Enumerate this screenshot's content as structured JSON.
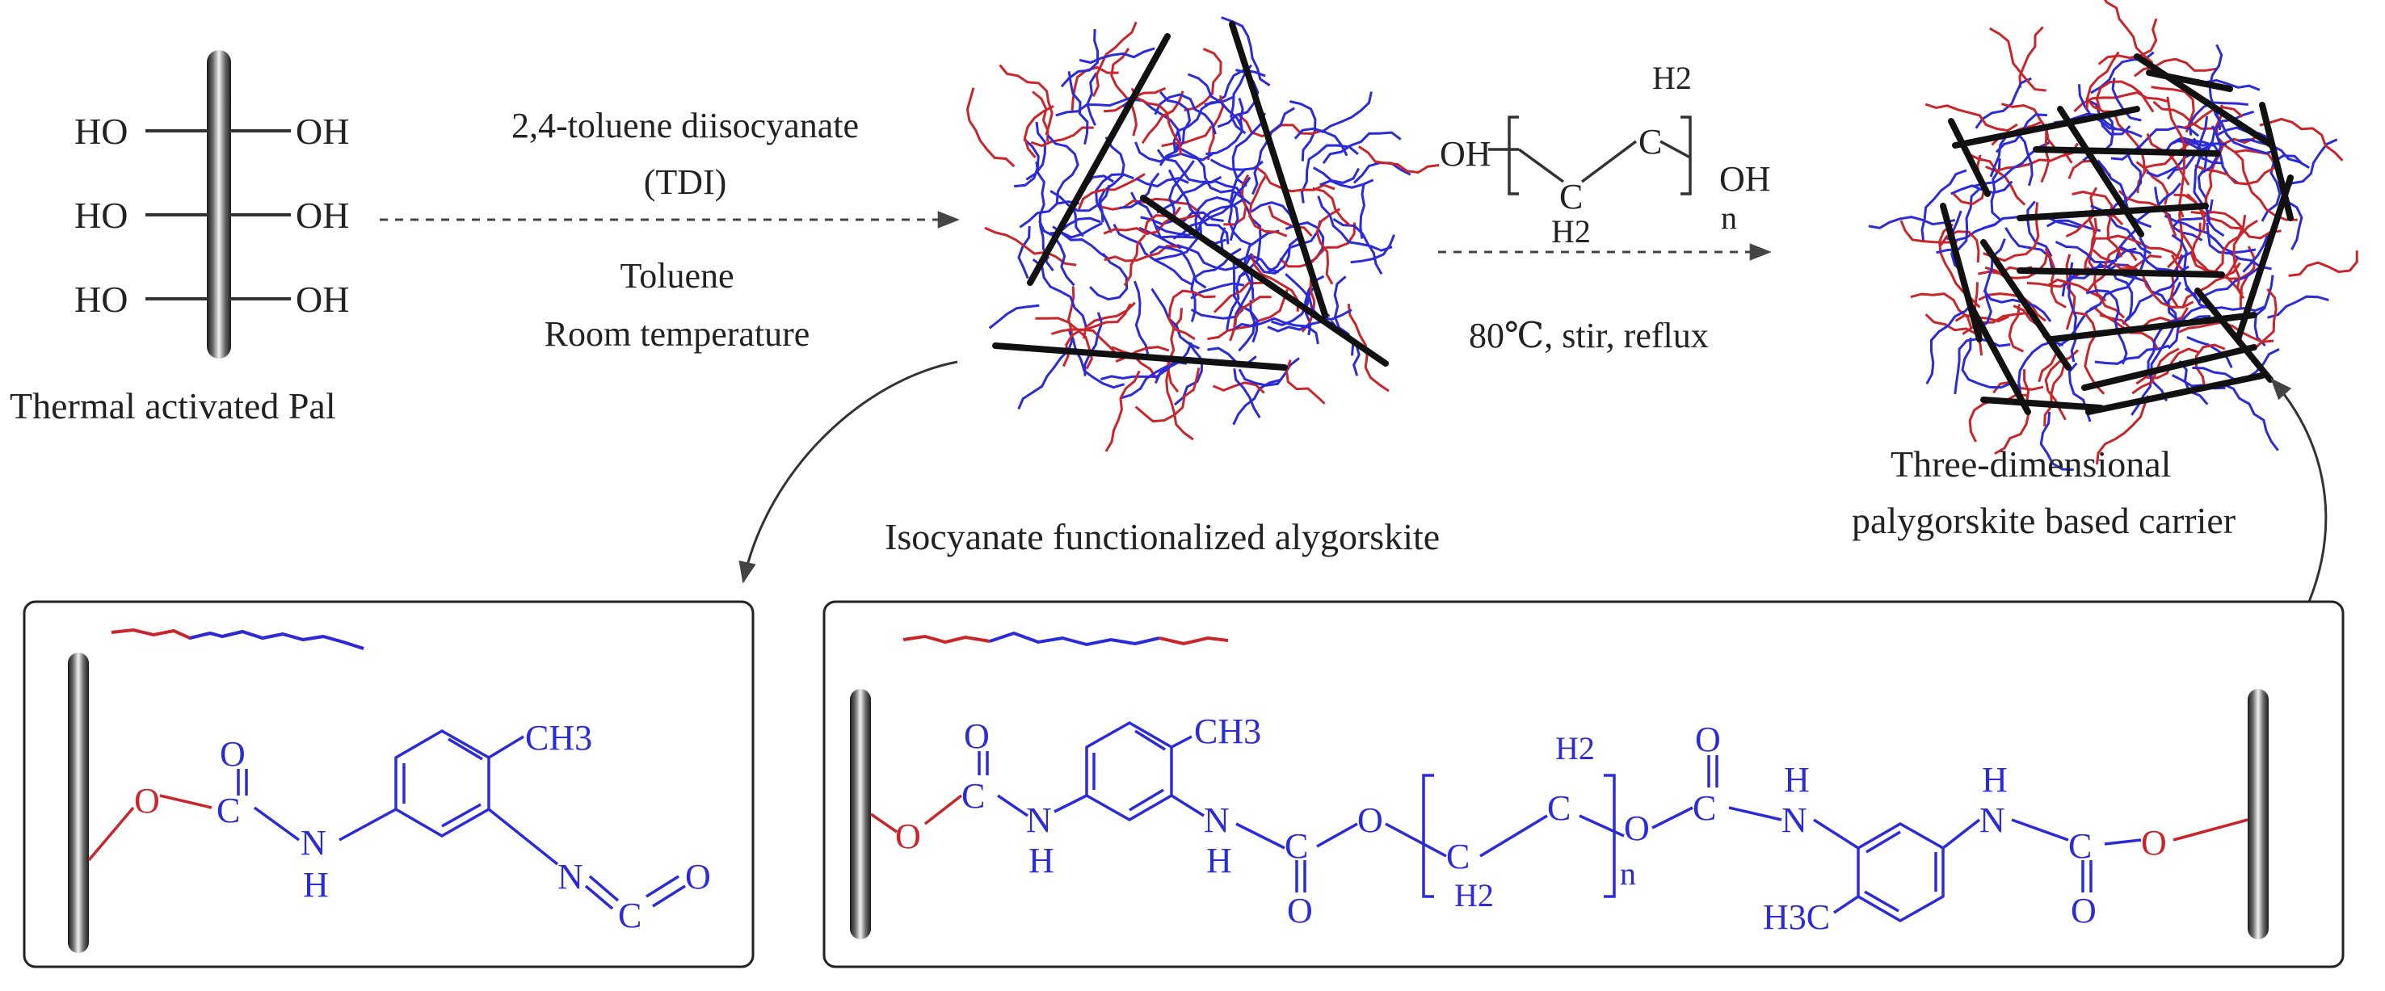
{
  "colors": {
    "text": "#222222",
    "blue": "#2b2bd8",
    "red": "#c8262b",
    "black": "#111111"
  },
  "step1": {
    "title": "Thermal activated Pal",
    "groups_left": [
      "HO",
      "HO",
      "HO"
    ],
    "groups_right": [
      "OH",
      "OH",
      "OH"
    ]
  },
  "reaction1": {
    "reagent": "2,4-toluene diisocyanate",
    "reagent_abbr": "(TDI)",
    "solvent": "Toluene",
    "condition": "Room temperature"
  },
  "product1_label": "Isocyanate functionalized alygorskite",
  "reaction2": {
    "oh_left": "OH",
    "ch2_top": "H2",
    "c_top": "C",
    "c_bottom": "C",
    "ch2_bottom": "H2",
    "oh_right": "OH",
    "n": "n",
    "condition": "80℃, stir, reflux"
  },
  "product2_label_line1": "Three-dimensional",
  "product2_label_line2": "palygorskite based carrier",
  "box1": {
    "o_ester": "O",
    "c_carbonyl": "C",
    "o_carbonyl": "O",
    "n_amide": "N",
    "h_amide": "H",
    "ch3": "CH3",
    "n_iso": "N",
    "c_iso": "C",
    "o_iso": "O"
  },
  "box2": {
    "o1": "O",
    "c1": "C",
    "o1_top": "O",
    "n1": "N",
    "h1": "H",
    "ch3_top": "CH3",
    "n2": "N",
    "h2": "H",
    "c2": "C",
    "o2_bottom": "O",
    "o3": "O",
    "ch2_up": "H2",
    "c_up": "C",
    "c_down": "C",
    "ch2_down": "H2",
    "n_sub": "n",
    "o4": "O",
    "c3": "C",
    "o3_top": "O",
    "n3": "N",
    "h3": "H",
    "ch3_bottom": "H3C",
    "n4": "N",
    "h4": "H",
    "c4": "C",
    "o4_bottom": "O",
    "o5": "O"
  }
}
